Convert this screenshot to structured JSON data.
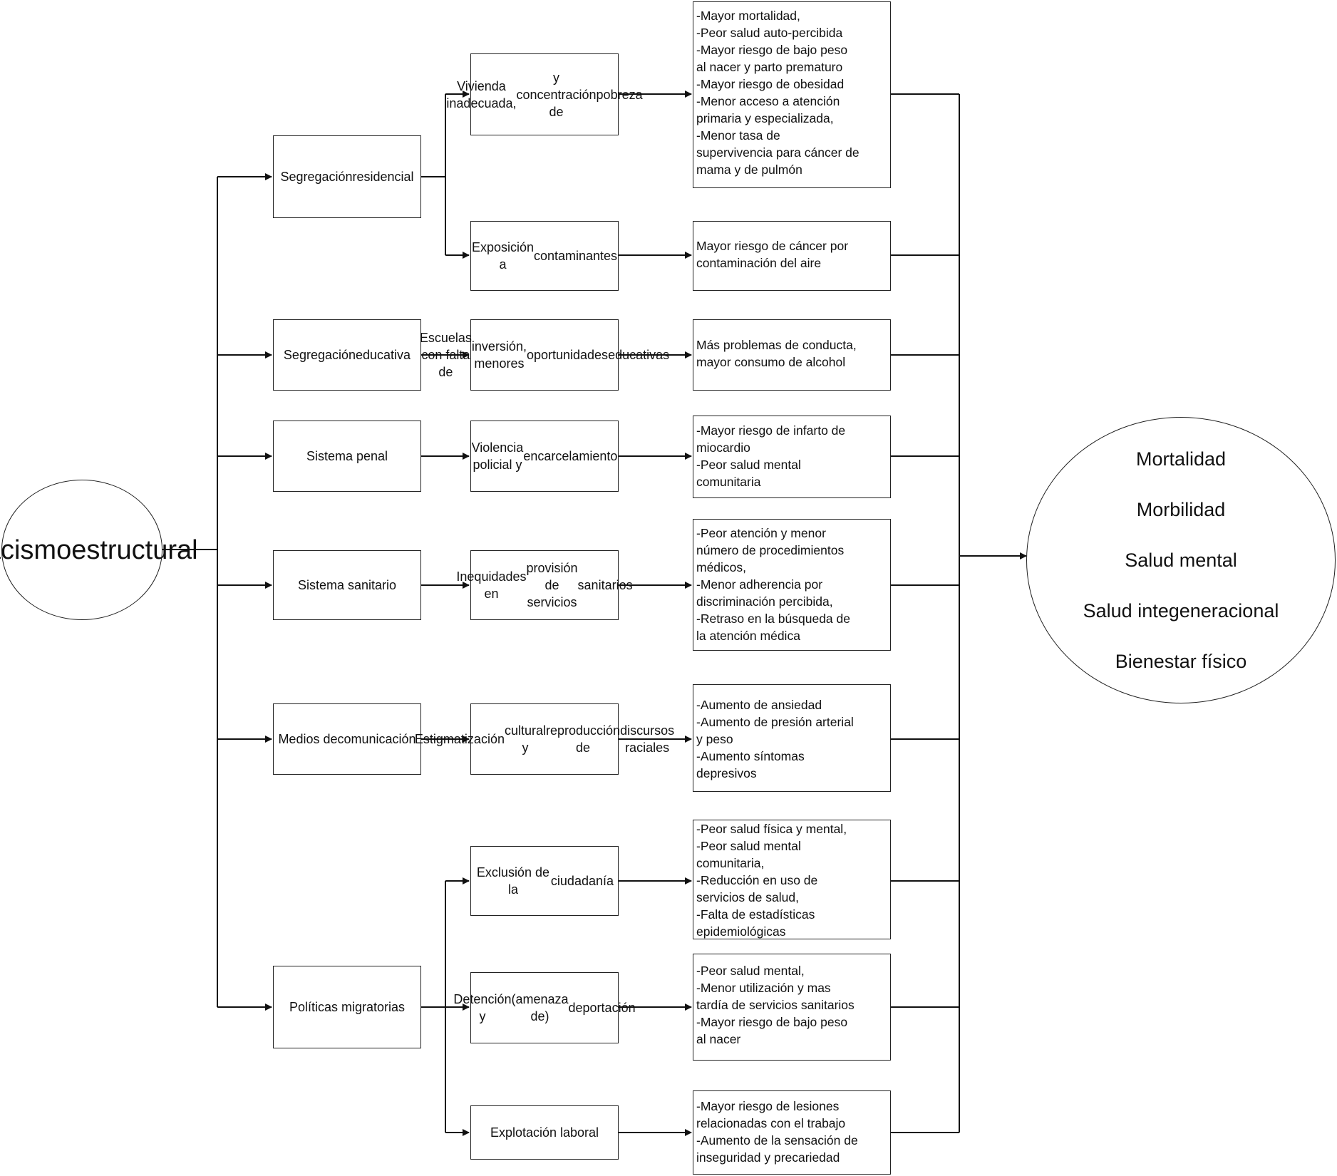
{
  "root": {
    "lines": [
      "Racismo",
      "estructural"
    ]
  },
  "categories": [
    {
      "lines": [
        "Segregación",
        "residencial"
      ]
    },
    {
      "lines": [
        "Segregación",
        "educativa"
      ]
    },
    {
      "lines": [
        "Sistema penal"
      ]
    },
    {
      "lines": [
        "Sistema sanitario"
      ]
    },
    {
      "lines": [
        "Medios de",
        "comunicación"
      ]
    },
    {
      "lines": [
        "Políticas migratorias"
      ]
    }
  ],
  "mechanisms": [
    {
      "lines": [
        "Vivienda inadecuada,",
        "y concentración de",
        "pobreza"
      ]
    },
    {
      "lines": [
        "Exposición a",
        "contaminantes"
      ]
    },
    {
      "lines": [
        "Escuelas con falta de",
        "inversión, menores",
        "oportunidades",
        "educativas"
      ]
    },
    {
      "lines": [
        "Violencia policial y",
        "encarcelamiento"
      ]
    },
    {
      "lines": [
        "Inequidades en",
        "provisión de servicios",
        "sanitarios"
      ]
    },
    {
      "lines": [
        "Estigmatización",
        "cultural y",
        "reproducción de",
        "discursos raciales"
      ]
    },
    {
      "lines": [
        "Exclusión de la",
        "ciudadanía"
      ]
    },
    {
      "lines": [
        "Detención y",
        "(amenaza de)",
        "deportación"
      ]
    },
    {
      "lines": [
        "Explotación laboral"
      ]
    }
  ],
  "effects": [
    {
      "lines": [
        "-Mayor mortalidad,",
        "-Peor salud auto-percibida",
        "-Mayor riesgo de bajo peso",
        "al nacer y parto prematuro",
        " -Mayor riesgo de obesidad",
        " -Menor acceso a atención",
        "primaria y especializada,",
        " -Menor tasa de",
        "supervivencia para cáncer de",
        "mama y de pulmón"
      ]
    },
    {
      "lines": [
        "Mayor riesgo de cáncer por",
        "contaminación del aire"
      ]
    },
    {
      "lines": [
        "Más problemas de conducta,",
        "mayor consumo de alcohol"
      ]
    },
    {
      "lines": [
        "-Mayor riesgo de infarto de",
        "miocardio",
        "-Peor salud mental",
        "comunitaria"
      ]
    },
    {
      "lines": [
        "-Peor atención y menor",
        "número de procedimientos",
        "médicos,",
        "-Menor adherencia por",
        "discriminación percibida,",
        " -Retraso en la búsqueda de",
        "la atención médica"
      ]
    },
    {
      "lines": [
        "-Aumento de ansiedad",
        "-Aumento de presión arterial",
        "y peso",
        "-Aumento síntomas",
        "depresivos"
      ]
    },
    {
      "lines": [
        "-Peor salud física y mental,",
        " -Peor salud mental",
        "comunitaria,",
        "-Reducción en uso de",
        "servicios de salud,",
        "-Falta de estadísticas",
        "epidemiológicas"
      ]
    },
    {
      "lines": [
        "-Peor salud mental,",
        "-Menor utilización y mas",
        "tardía de servicios sanitarios",
        "-Mayor riesgo de bajo peso",
        "al nacer"
      ]
    },
    {
      "lines": [
        "-Mayor riesgo de lesiones",
        "relacionadas con el trabajo",
        "-Aumento de la sensación de",
        "inseguridad y precariedad"
      ]
    }
  ],
  "outcomes": {
    "lines": [
      "Mortalidad",
      "Morbilidad",
      "Salud mental",
      "Salud integeneracional",
      "Bienestar físico"
    ]
  }
}
